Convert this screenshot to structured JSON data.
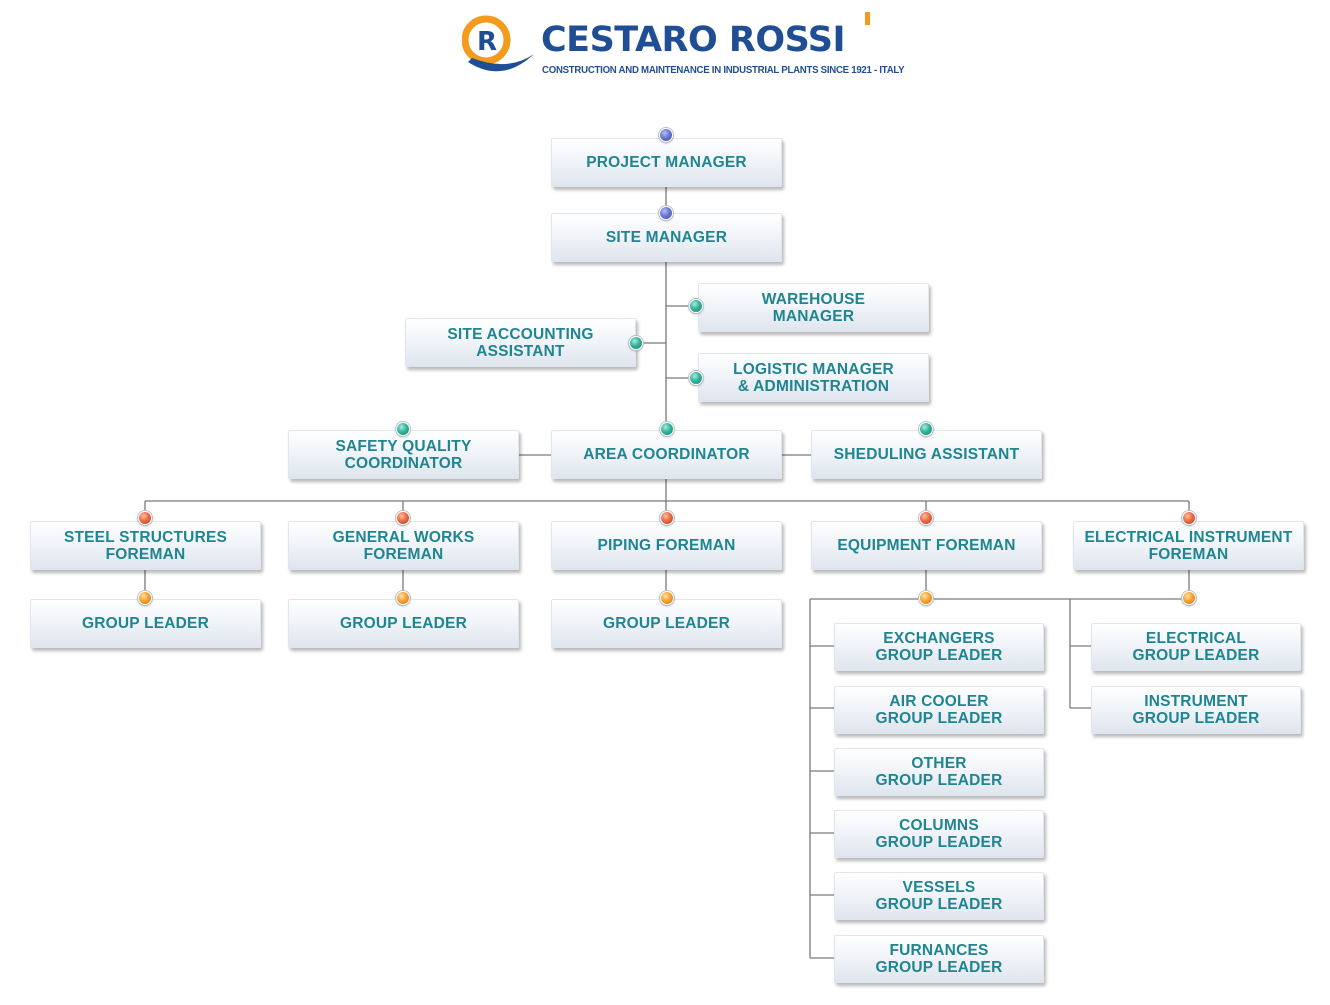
{
  "logo": {
    "brand": "CESTARO ROSSI",
    "tagline": "CONSTRUCTION AND MAINTENANCE IN INDUSTRIAL PLANTS SINCE 1921 - ITALY",
    "colors": {
      "primary": "#1f4e94",
      "accent": "#f29b1d"
    }
  },
  "colors": {
    "label_text": "#1f8590",
    "connector": "#7a7a7a",
    "dot_blue": "#5663c4",
    "dot_teal": "#27a58c",
    "dot_red": "#e55a33",
    "dot_orange": "#f39a2b"
  },
  "nodes": [
    {
      "id": "project-manager",
      "label": "PROJECT MANAGER"
    },
    {
      "id": "site-manager",
      "label": "SITE MANAGER"
    },
    {
      "id": "warehouse-manager",
      "label": "WAREHOUSE\nMANAGER"
    },
    {
      "id": "site-accounting-assistant",
      "label": "SITE ACCOUNTING\nASSISTANT"
    },
    {
      "id": "logistic-manager",
      "label": "LOGISTIC MANAGER\n& ADMINISTRATION"
    },
    {
      "id": "safety-quality-coordinator",
      "label": "SAFETY QUALITY\nCOORDINATOR"
    },
    {
      "id": "area-coordinator",
      "label": "AREA COORDINATOR"
    },
    {
      "id": "sheduling-assistant",
      "label": "SHEDULING ASSISTANT"
    },
    {
      "id": "steel-structures-foreman",
      "label": "STEEL STRUCTURES\nFOREMAN"
    },
    {
      "id": "general-works-foreman",
      "label": "GENERAL WORKS\nFOREMAN"
    },
    {
      "id": "piping-foreman",
      "label": "PIPING FOREMAN"
    },
    {
      "id": "equipment-foreman",
      "label": "EQUIPMENT FOREMAN"
    },
    {
      "id": "electrical-instrument-foreman",
      "label": "ELECTRICAL INSTRUMENT\nFOREMAN"
    },
    {
      "id": "group-leader-steel",
      "label": "GROUP LEADER"
    },
    {
      "id": "group-leader-general",
      "label": "GROUP LEADER"
    },
    {
      "id": "group-leader-piping",
      "label": "GROUP LEADER"
    },
    {
      "id": "exchangers-group-leader",
      "label": "EXCHANGERS\nGROUP LEADER"
    },
    {
      "id": "air-cooler-group-leader",
      "label": "AIR COOLER\nGROUP LEADER"
    },
    {
      "id": "other-group-leader",
      "label": "OTHER\nGROUP LEADER"
    },
    {
      "id": "columns-group-leader",
      "label": "COLUMNS\nGROUP LEADER"
    },
    {
      "id": "vessels-group-leader",
      "label": "VESSELS\nGROUP LEADER"
    },
    {
      "id": "furnances-group-leader",
      "label": "FURNANCES\nGROUP LEADER"
    },
    {
      "id": "electrical-group-leader",
      "label": "ELECTRICAL\nGROUP LEADER"
    },
    {
      "id": "instrument-group-leader",
      "label": "INSTRUMENT\nGROUP LEADER"
    }
  ],
  "edges": [
    [
      "project-manager",
      "site-manager"
    ],
    [
      "site-manager",
      "warehouse-manager"
    ],
    [
      "site-manager",
      "site-accounting-assistant"
    ],
    [
      "site-manager",
      "logistic-manager"
    ],
    [
      "site-manager",
      "area-coordinator"
    ],
    [
      "area-coordinator",
      "safety-quality-coordinator"
    ],
    [
      "area-coordinator",
      "sheduling-assistant"
    ],
    [
      "area-coordinator",
      "steel-structures-foreman"
    ],
    [
      "area-coordinator",
      "general-works-foreman"
    ],
    [
      "area-coordinator",
      "piping-foreman"
    ],
    [
      "area-coordinator",
      "equipment-foreman"
    ],
    [
      "area-coordinator",
      "electrical-instrument-foreman"
    ],
    [
      "steel-structures-foreman",
      "group-leader-steel"
    ],
    [
      "general-works-foreman",
      "group-leader-general"
    ],
    [
      "piping-foreman",
      "group-leader-piping"
    ],
    [
      "equipment-foreman",
      "exchangers-group-leader"
    ],
    [
      "equipment-foreman",
      "air-cooler-group-leader"
    ],
    [
      "equipment-foreman",
      "other-group-leader"
    ],
    [
      "equipment-foreman",
      "columns-group-leader"
    ],
    [
      "equipment-foreman",
      "vessels-group-leader"
    ],
    [
      "equipment-foreman",
      "furnances-group-leader"
    ],
    [
      "electrical-instrument-foreman",
      "electrical-group-leader"
    ],
    [
      "electrical-instrument-foreman",
      "instrument-group-leader"
    ]
  ]
}
